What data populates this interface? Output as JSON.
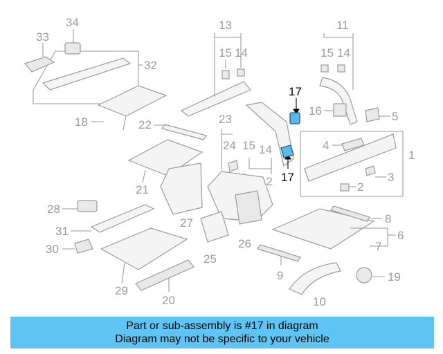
{
  "callouts": {
    "n1": "1",
    "n2": "2",
    "n3": "3",
    "n4": "4",
    "n5": "5",
    "n6": "6",
    "n7": "7",
    "n8": "8",
    "n9": "9",
    "n10": "10",
    "n11": "11",
    "n12": "12",
    "n13": "13",
    "n14a": "14",
    "n14b": "14",
    "n14c": "14",
    "n15a": "15",
    "n15b": "15",
    "n15c": "15",
    "n16": "16",
    "n17a": "17",
    "n17b": "17",
    "n18": "18",
    "n19": "19",
    "n20": "20",
    "n21": "21",
    "n22": "22",
    "n23": "23",
    "n24": "24",
    "n25": "25",
    "n26": "26",
    "n27": "27",
    "n28": "28",
    "n29": "29",
    "n30": "30",
    "n31": "31",
    "n32": "32",
    "n33": "33",
    "n34": "34"
  },
  "highlighted_part": "17",
  "highlight_color": "#5bb8e8",
  "banner": {
    "line1": "Part or sub-assembly is #17 in diagram",
    "line2": "Diagram may not be specific to your vehicle",
    "color": "#5ec4f4"
  }
}
